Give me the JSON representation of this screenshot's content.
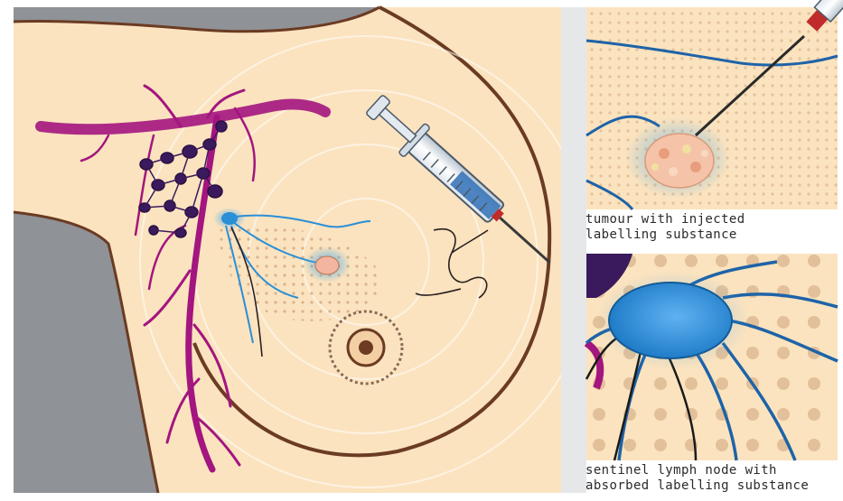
{
  "panels": {
    "injection": {
      "caption_line1": "tumour with injected",
      "caption_line2": "labelling substance"
    },
    "node": {
      "caption_line1": "sentinel lymph node with",
      "caption_line2": "absorbed labelling substance"
    }
  },
  "colors": {
    "skin": "#fbe3bf",
    "background_gray": "#8f9296",
    "outline": "#6b3b23",
    "lymph_vessel": "#a3157f",
    "lymph_node": "#3a1a5c",
    "labelling_substance": "#2a8fd6",
    "tumour": "#f2b5a0"
  }
}
